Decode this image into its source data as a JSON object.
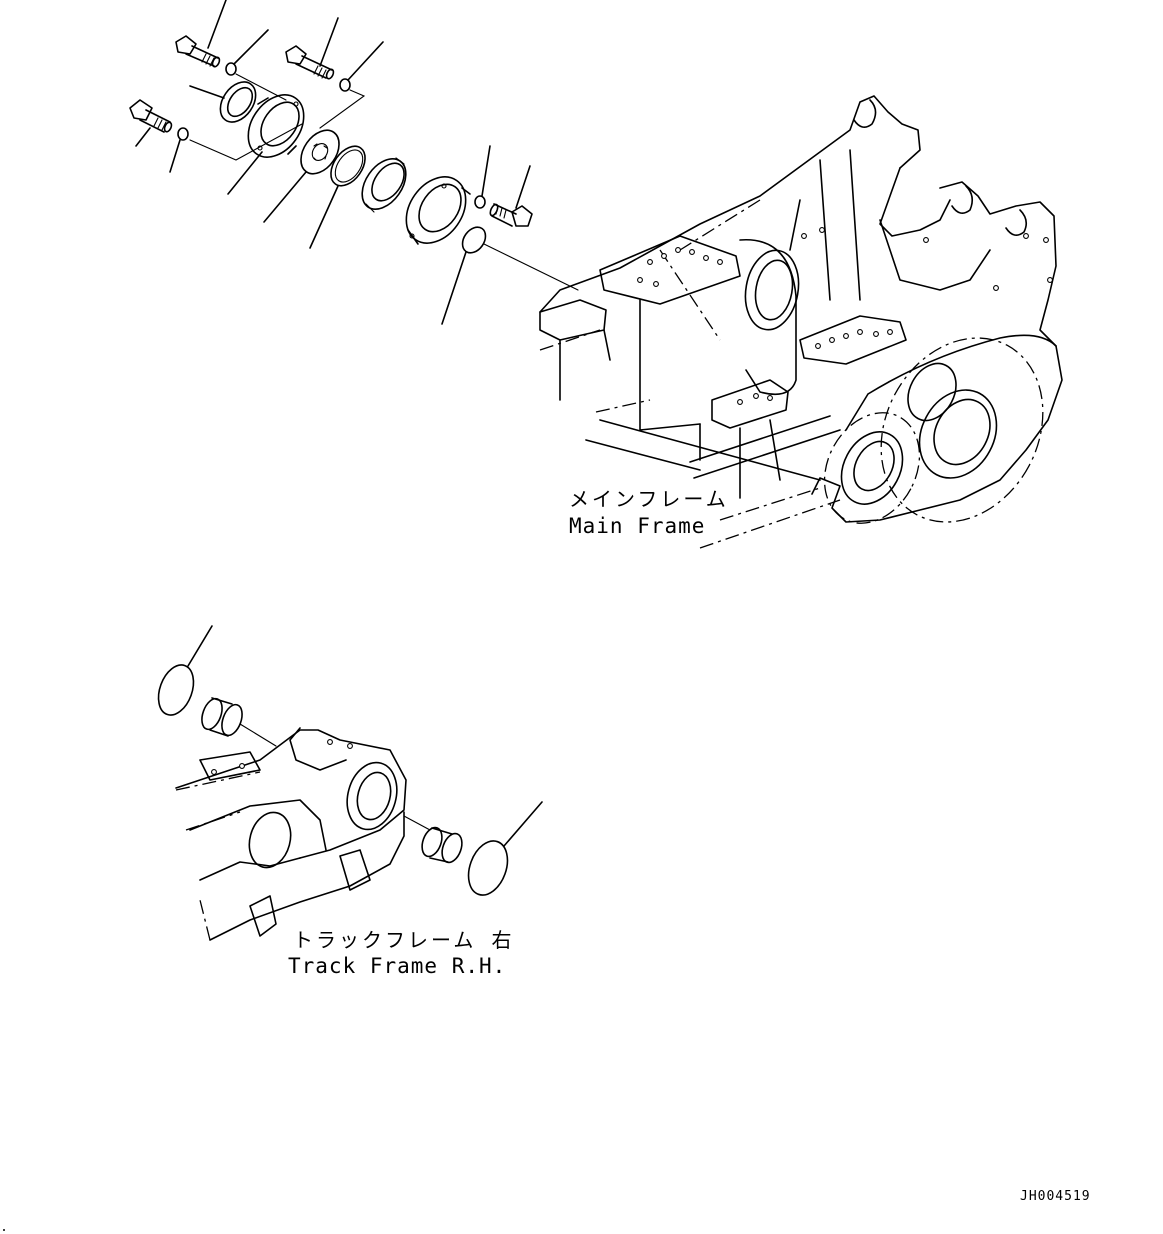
{
  "labels": {
    "main_frame_jp": "メインフレーム",
    "main_frame_en": "Main Frame",
    "track_frame_jp": "トラックフレーム 右",
    "track_frame_en": "Track Frame R.H.",
    "drawing_code": "JH004519"
  },
  "colors": {
    "line": "#000000",
    "background": "#ffffff"
  }
}
